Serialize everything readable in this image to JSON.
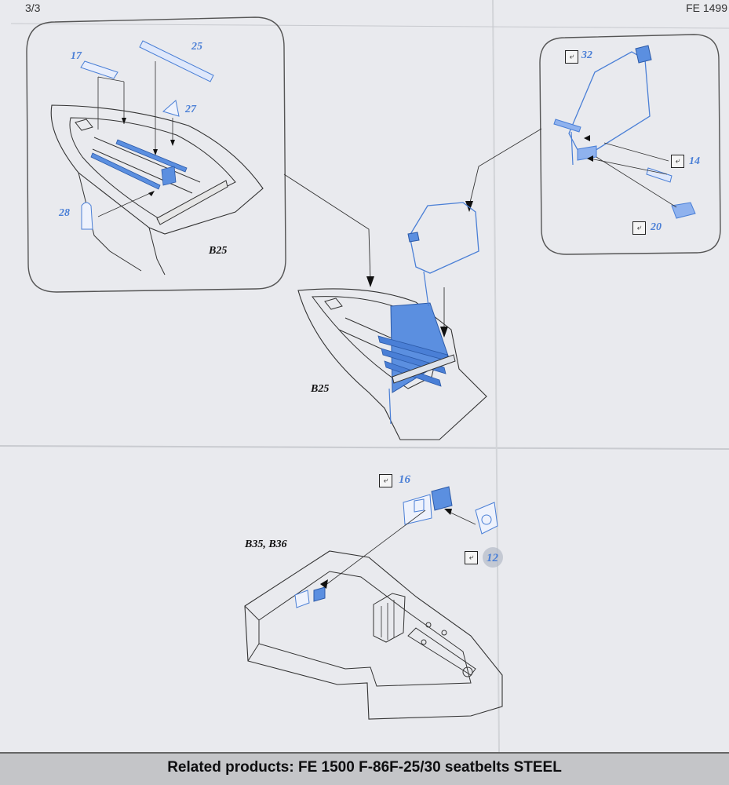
{
  "header": {
    "page": "3/3",
    "code": "FE 1499"
  },
  "top_detail": {
    "labels": {
      "p17": "17",
      "p25": "25",
      "p27": "27",
      "p28": "28"
    },
    "ref": "B25"
  },
  "top_right_detail": {
    "labels": {
      "p32": "32",
      "p14": "14",
      "p20": "20"
    },
    "check_glyph": "⤶"
  },
  "main_top": {
    "ref": "B25"
  },
  "bottom_section": {
    "ref": "B35, B36",
    "labels": {
      "p16": "16",
      "p12": "12"
    }
  },
  "footer": {
    "text": "Related products:  FE 1500 F-86F-25/30 seatbelts STEEL"
  },
  "colors": {
    "part_blue": "#4a7fd6",
    "part_fill": "#5b8fe0",
    "line": "#333333",
    "paper": "#e9eaee"
  }
}
